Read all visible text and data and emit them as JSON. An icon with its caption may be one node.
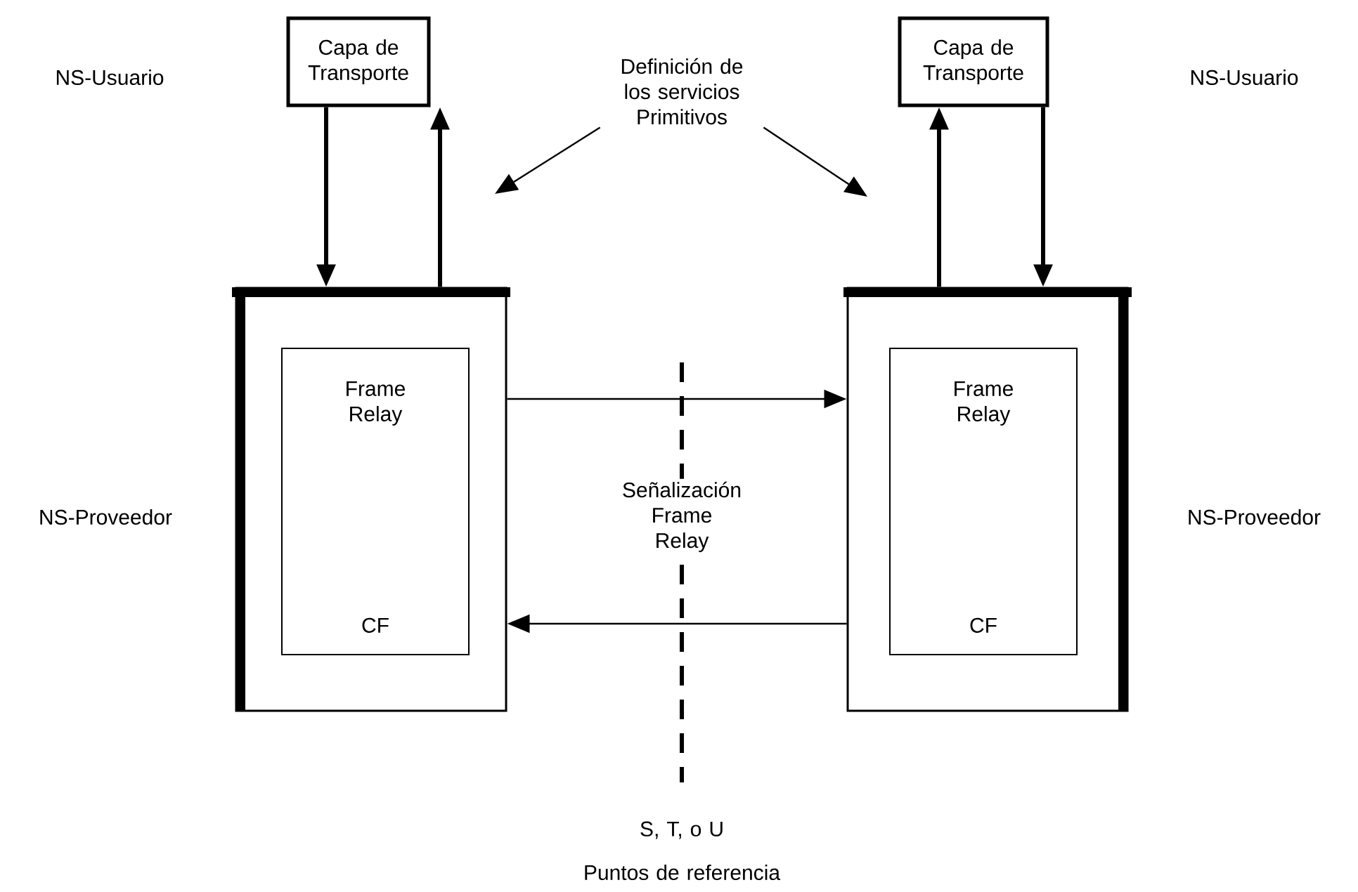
{
  "diagram": {
    "nodes": [
      {
        "text": [
          "Capa de Transporte"
        ]
      },
      {
        "text": [
          "Capa de Transporte"
        ]
      },
      {
        "text": [],
        "shape": "box"
      },
      {
        "text": [
          "Frame Relay",
          "CF"
        ],
        "in": 2
      },
      {
        "text": [],
        "shape": "box"
      },
      {
        "text": [
          "Frame Relay",
          "CF"
        ],
        "in": 4
      },
      {
        "text": [
          "Definición de los servicios Primitivos"
        ]
      }
    ],
    "edges": [
      {
        "from": 0,
        "to": 2,
        "arrow": "to",
        "style": "thick"
      },
      {
        "from": 2,
        "to": 0,
        "arrow": "to",
        "style": "thick"
      },
      {
        "from": 4,
        "to": 1,
        "arrow": "to",
        "style": "thick"
      },
      {
        "from": 1,
        "to": 4,
        "arrow": "to",
        "style": "thick"
      },
      {
        "from": 2,
        "to": 4,
        "arrow": "to"
      },
      {
        "from": 4,
        "to": 2,
        "arrow": "to"
      },
      {
        "from": 6,
        "to": null,
        "arrow": "to"
      },
      {
        "from": 6,
        "to": null,
        "arrow": "to"
      }
    ],
    "labels": [
      "NS-Usuario",
      "NS-Usuario",
      "NS-Proveedor",
      "Señalización Frame Relay",
      "NS-Proveedor",
      "S, T, o U",
      "Puntos de referencia"
    ]
  }
}
